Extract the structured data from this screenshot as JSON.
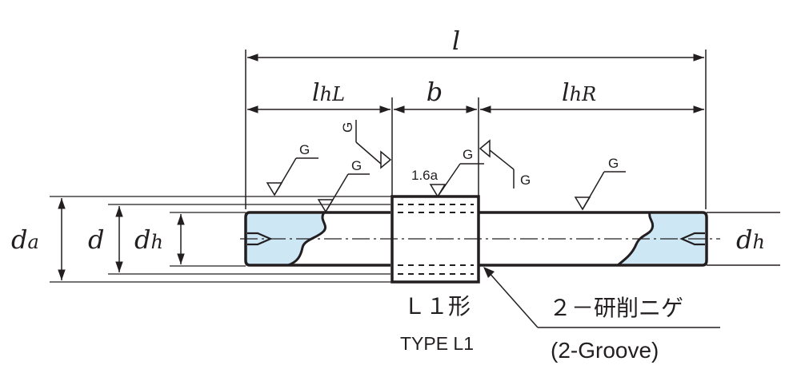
{
  "dimensions": {
    "overall_length": "l",
    "left_length_main": "l",
    "left_length_sub": "hL",
    "center_width": "b",
    "right_length_main": "l",
    "right_length_sub": "hR",
    "outer_dia_main": "d",
    "outer_dia_sub": "a",
    "shaft_dia": "d",
    "hub_dia_main": "d",
    "hub_dia_sub": "h",
    "right_dia_main": "d",
    "right_dia_sub": "h"
  },
  "finish_marks": {
    "grind_symbol": "G",
    "surface_roughness": "1.6a"
  },
  "type_label": {
    "japanese": "Ｌ１形",
    "english": "TYPE L1"
  },
  "groove_note": {
    "japanese": "２－研削ニゲ",
    "english": "(2-Groove)"
  },
  "colors": {
    "line": "#231f20",
    "section_fill": "#cde7f5"
  }
}
